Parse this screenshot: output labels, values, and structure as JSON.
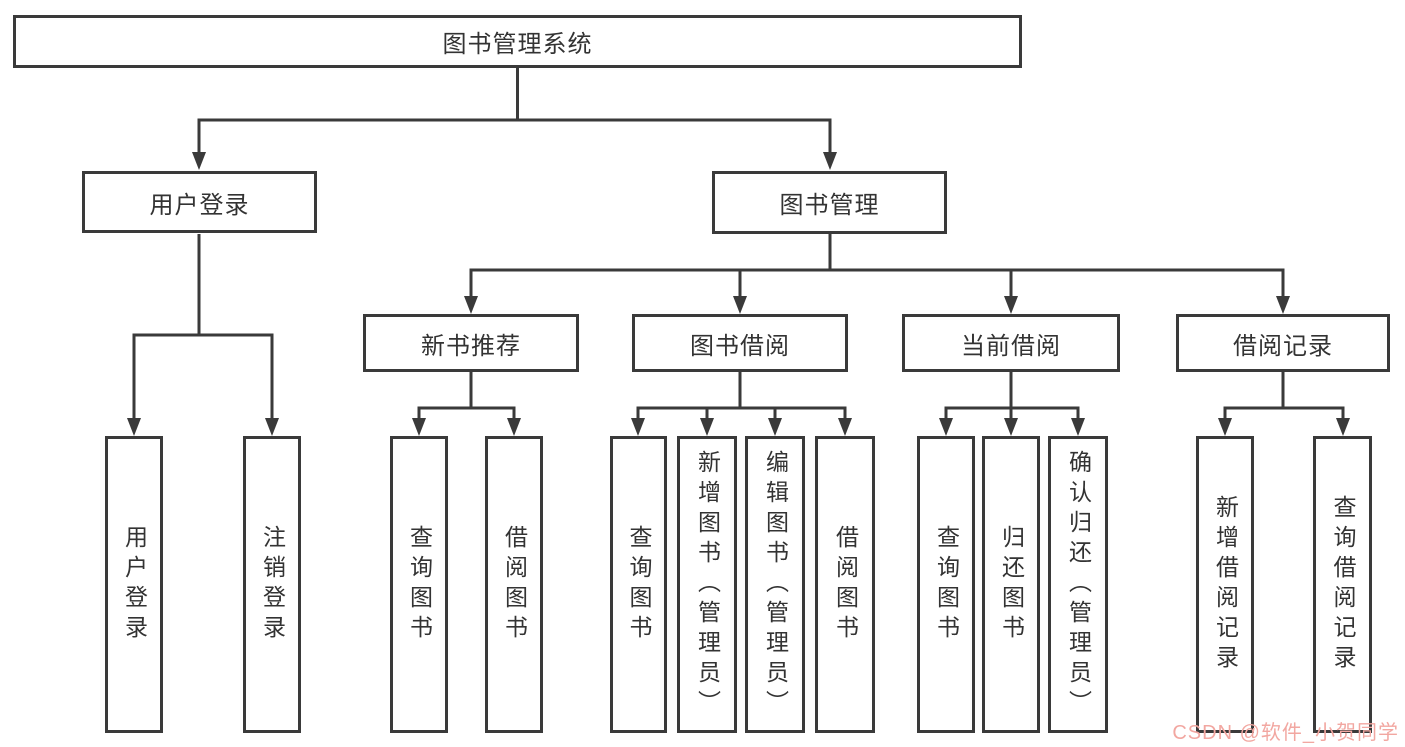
{
  "title": "图书管理系统",
  "colors": {
    "line": "#3a3a3a",
    "box_border": "#3a3a3a",
    "text": "#333333",
    "background": "#ffffff",
    "watermark": "#f2a7a1"
  },
  "watermark": {
    "text": "CSDN @软件_小贺同学"
  },
  "tree": {
    "root": {
      "label": "图书管理系统"
    },
    "level2": [
      {
        "label": "用户登录"
      },
      {
        "label": "图书管理"
      }
    ],
    "level3": [
      {
        "label": "新书推荐"
      },
      {
        "label": "图书借阅"
      },
      {
        "label": "当前借阅"
      },
      {
        "label": "借阅记录"
      }
    ],
    "leaves": {
      "user_login": [
        {
          "label": "用户登录"
        },
        {
          "label": "注销登录"
        }
      ],
      "new_book_rec": [
        {
          "label": "查询图书"
        },
        {
          "label": "借阅图书"
        }
      ],
      "book_borrow": [
        {
          "label": "查询图书"
        },
        {
          "label": "新增图书（管理员）"
        },
        {
          "label": "编辑图书（管理员）"
        },
        {
          "label": "借阅图书"
        }
      ],
      "current_borrow": [
        {
          "label": "查询图书"
        },
        {
          "label": "归还图书"
        },
        {
          "label": "确认归还（管理员）"
        }
      ],
      "borrow_records": [
        {
          "label": "新增借阅记录"
        },
        {
          "label": "查询借阅记录"
        }
      ]
    }
  }
}
